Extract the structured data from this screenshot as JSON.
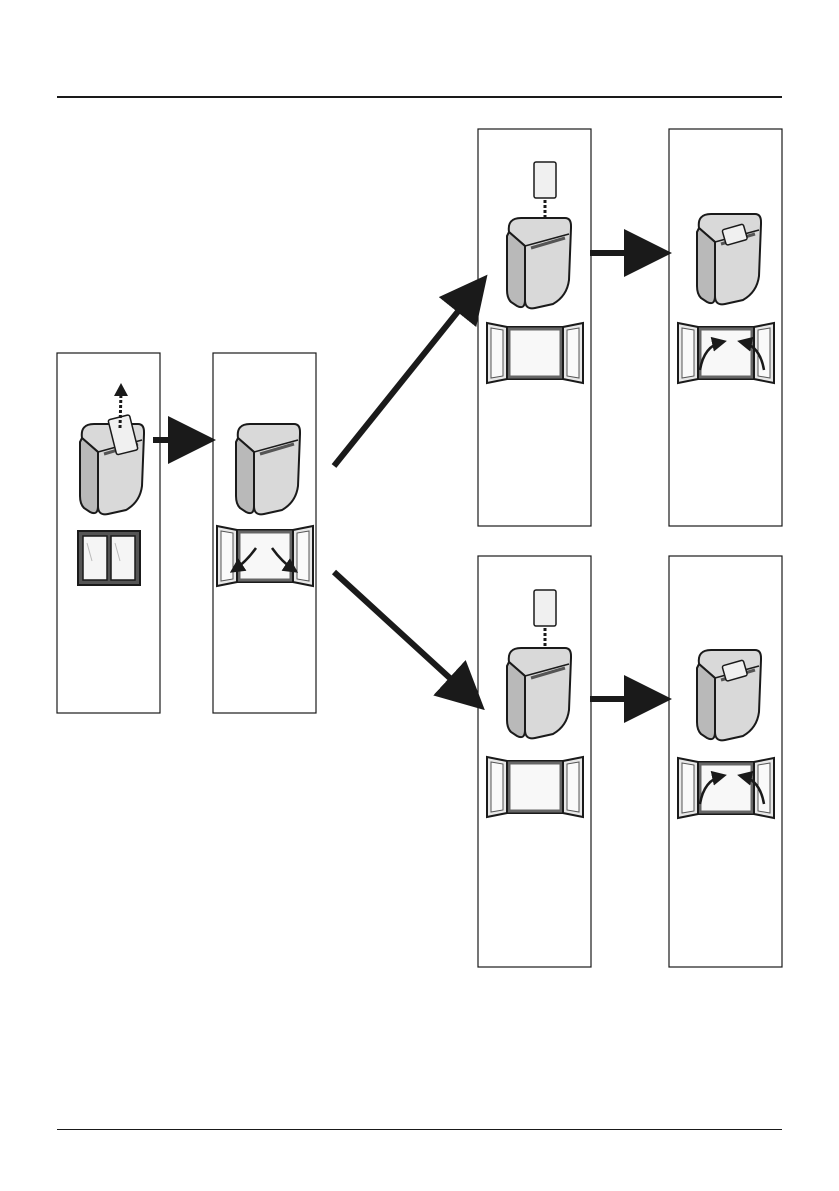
{
  "diagram": {
    "description_free": true,
    "steps": [
      {
        "id": "step-1",
        "card": "removed",
        "window": "closed"
      },
      {
        "id": "step-2",
        "card": "absent",
        "window": "opening"
      },
      {
        "id": "step-3a",
        "card": "inserting",
        "window": "open"
      },
      {
        "id": "step-4a",
        "card": "inserted",
        "window": "closing"
      },
      {
        "id": "step-3b",
        "card": "inserting",
        "window": "open"
      },
      {
        "id": "step-4b",
        "card": "inserted",
        "window": "closing"
      }
    ],
    "colors": {
      "outline": "#1a1a1a",
      "holder_fill": "#dcdcdc",
      "holder_shade": "#bdbdbd",
      "card_fill": "#f2f2f2",
      "window_frame": "#444444",
      "window_glass": "#f7f7f7",
      "arrow": "#1a1a1a"
    },
    "icons": [
      "card-holder-icon",
      "key-card-icon",
      "window-icon",
      "arrow-icon"
    ]
  }
}
